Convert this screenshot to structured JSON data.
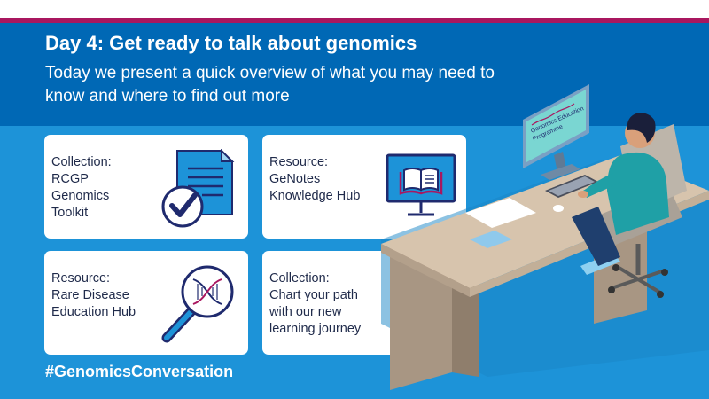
{
  "header": {
    "title": "Day 4: Get ready to talk about genomics",
    "subtitle": "Today we present a quick overview of what you may need to know and where to find out more"
  },
  "cards": [
    {
      "lines": [
        "Collection:",
        "RCGP",
        "Genomics",
        "Toolkit"
      ],
      "icon": "checklist-icon"
    },
    {
      "lines": [
        "Resource:",
        "GeNotes",
        "Knowledge Hub"
      ],
      "icon": "monitor-book-icon"
    },
    {
      "lines": [
        "Resource:",
        "Rare Disease",
        "Education Hub"
      ],
      "icon": "magnifier-dna-icon"
    },
    {
      "lines": [
        "Collection:",
        "Chart your path",
        "with our new",
        "learning journey"
      ],
      "icon": "head-gears-icon"
    }
  ],
  "monitor_screen": {
    "lines": [
      "Genomics Education",
      "Programme"
    ]
  },
  "hashtag": "#GenomicsConversation",
  "colors": {
    "header_bg": "#0068b5",
    "body_bg": "#1d93d8",
    "accent": "#a9175f",
    "icon_navy": "#1f2a6e"
  }
}
